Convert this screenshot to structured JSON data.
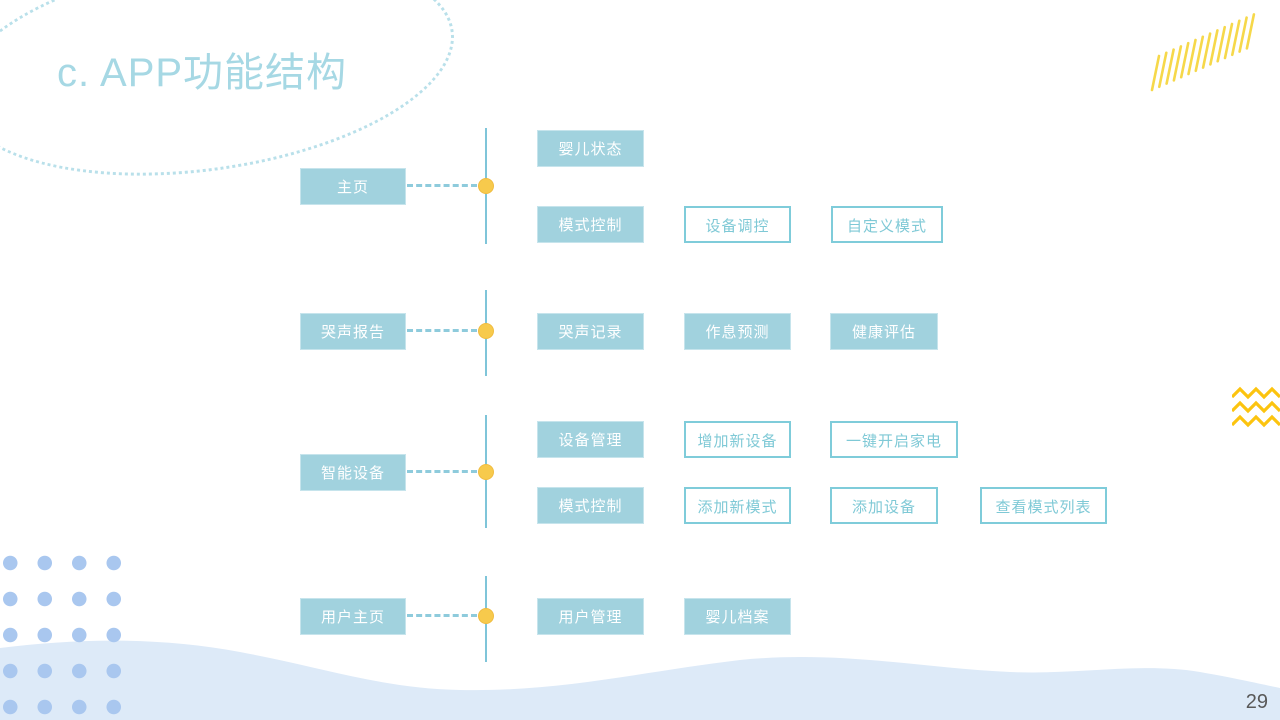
{
  "slide": {
    "title": "c. APP功能结构",
    "page_number": "29"
  },
  "diagram": {
    "groups": [
      {
        "parent": "主页",
        "children": [
          {
            "label": "婴儿状态",
            "style": "solid"
          },
          {
            "label": "模式控制",
            "style": "solid"
          },
          {
            "label": "设备调控",
            "style": "outline"
          },
          {
            "label": "自定义模式",
            "style": "outline"
          }
        ]
      },
      {
        "parent": "哭声报告",
        "children": [
          {
            "label": "哭声记录",
            "style": "solid"
          },
          {
            "label": "作息预测",
            "style": "solid"
          },
          {
            "label": "健康评估",
            "style": "solid"
          }
        ]
      },
      {
        "parent": "智能设备",
        "children": [
          {
            "label": "设备管理",
            "style": "solid"
          },
          {
            "label": "增加新设备",
            "style": "outline"
          },
          {
            "label": "一键开启家电",
            "style": "outline"
          },
          {
            "label": "模式控制",
            "style": "solid"
          },
          {
            "label": "添加新模式",
            "style": "outline"
          },
          {
            "label": "添加设备",
            "style": "outline"
          },
          {
            "label": "查看模式列表",
            "style": "outline"
          }
        ]
      },
      {
        "parent": "用户主页",
        "children": [
          {
            "label": "用户管理",
            "style": "solid"
          },
          {
            "label": "婴儿档案",
            "style": "solid"
          }
        ]
      }
    ]
  },
  "colors": {
    "solid_box_bg": "#a1d2de",
    "solid_box_border": "#c6e4ec",
    "box_text_light": "#ffffff",
    "outline_box_border": "#7fccda",
    "outline_box_text": "#7fc9d6",
    "connector_teal": "#7fc5d9",
    "accent_yellow": "#f7ca4c",
    "title_blue": "#a6d8e4",
    "wave_blue": "#ddeaf8",
    "dots_blue": "#a9c7ef",
    "hatch_yellow": "#f6d84a",
    "zigzag_yellow": "#fcc40f",
    "page_num_gray": "#595959"
  }
}
